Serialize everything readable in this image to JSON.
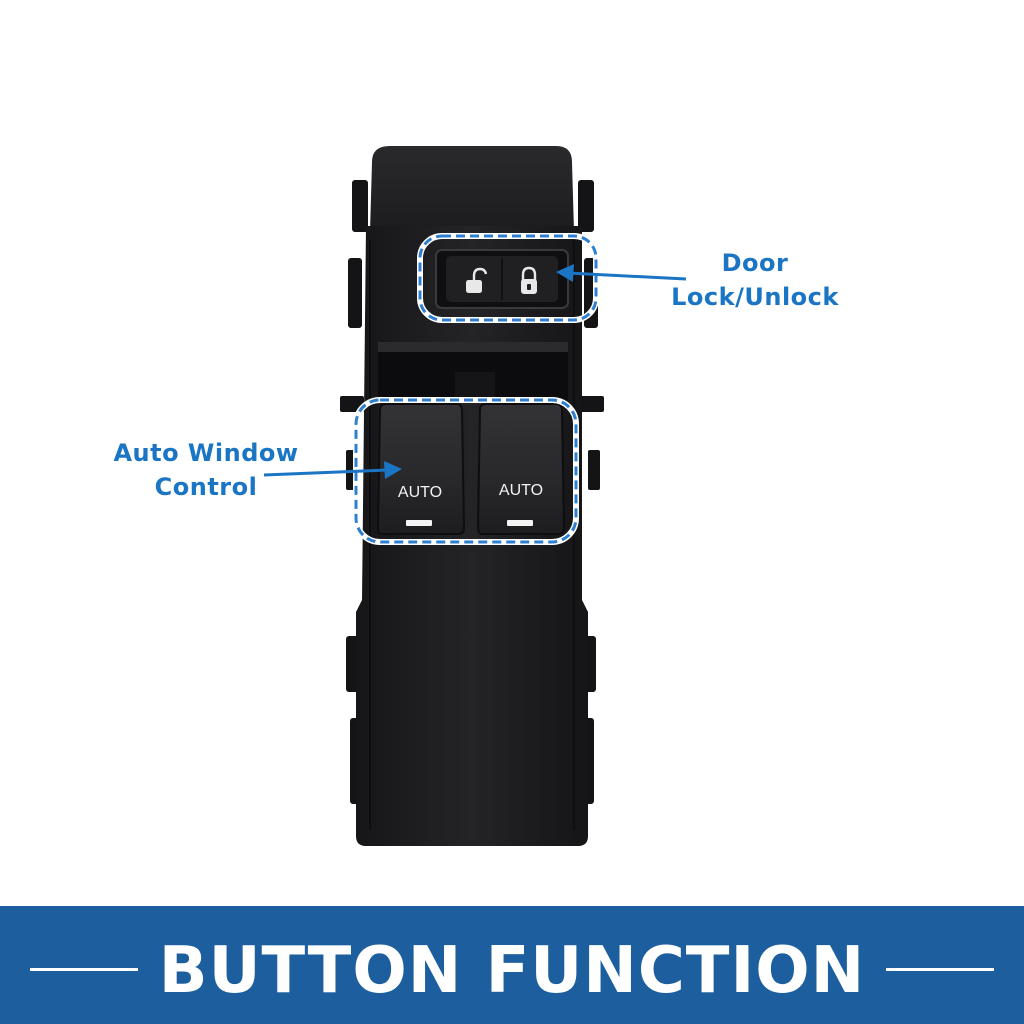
{
  "callouts": {
    "door_line1": "Door",
    "door_line2": "Lock/Unlock",
    "window_line1": "Auto Window",
    "window_line2": "Control"
  },
  "switches": {
    "left_label": "AUTO",
    "right_label": "AUTO"
  },
  "banner": {
    "title": "BUTTON FUNCTION"
  },
  "colors": {
    "accent": "#1a75c4",
    "banner": "#1d5f9e",
    "panel": "#1c1c1e"
  },
  "icons": {
    "unlock": "padlock-open-icon",
    "lock": "padlock-closed-icon"
  }
}
